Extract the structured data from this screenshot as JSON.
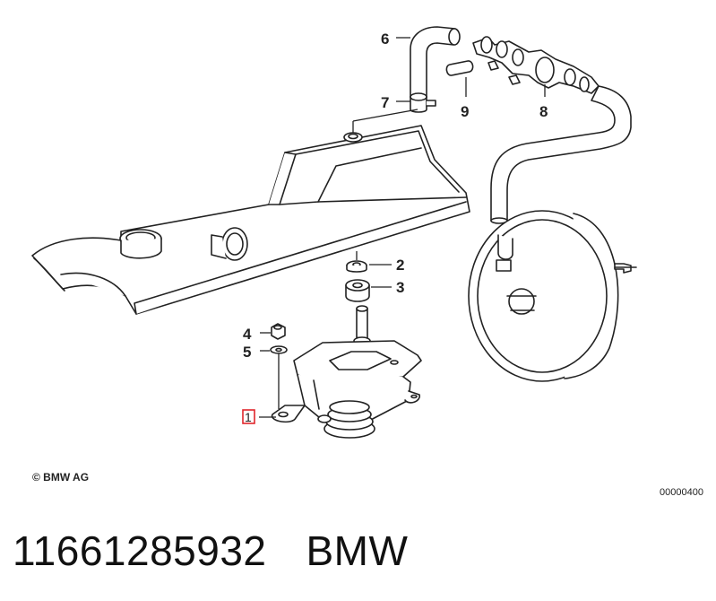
{
  "diagram": {
    "callouts": {
      "part_1": "1",
      "part_2": "2",
      "part_3": "3",
      "part_4": "4",
      "part_5": "5",
      "part_6": "6",
      "part_7": "7",
      "part_8": "8",
      "part_9": "9"
    },
    "highlighted_part": "1",
    "highlight_color": "#e0262c",
    "line_color": "#222222",
    "fill_color": "#ffffff"
  },
  "footer": {
    "copyright": "© BMW AG",
    "diagram_id": "00000400"
  },
  "caption": {
    "part_number": "11661285932",
    "brand": "BMW"
  }
}
